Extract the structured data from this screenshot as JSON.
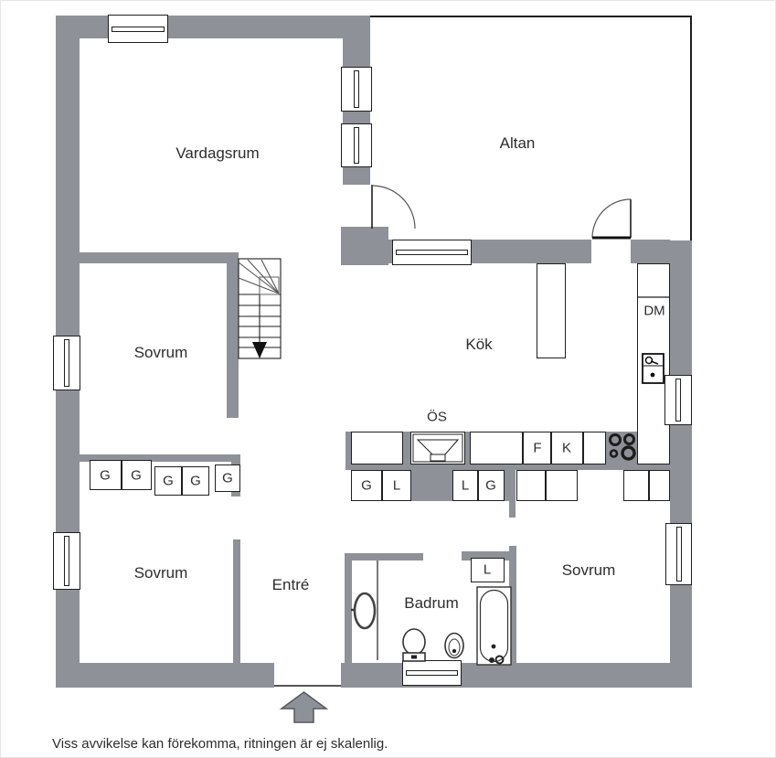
{
  "floorplan": {
    "rooms": {
      "living_room": "Vardagsrum",
      "terrace": "Altan",
      "bedroom_middle": "Sovrum",
      "kitchen": "Kök",
      "bedroom_bottom_left": "Sovrum",
      "entry": "Entré",
      "bathroom": "Badrum",
      "bedroom_bottom_right": "Sovrum"
    },
    "appliances": {
      "fireplace": "ÖS",
      "dishwasher": "DM",
      "freezer": "F",
      "fridge": "K"
    },
    "g_closets": [
      "G",
      "G",
      "G",
      "G",
      "G"
    ],
    "hall_closets": [
      "G",
      "L",
      "L",
      "G"
    ],
    "bathroom_closet": "L",
    "disclaimer": "Viss avvikelse kan förekomma, ritningen är ej skalenlig.",
    "colors": {
      "wall_gray": "#8e9197",
      "line": "#1f1f1f",
      "text": "#2d2d2d"
    }
  }
}
